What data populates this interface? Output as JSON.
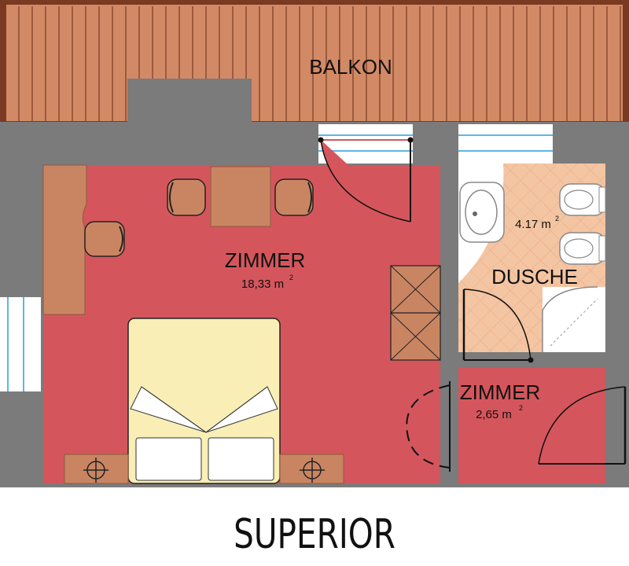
{
  "title": "SUPERIOR",
  "rooms": {
    "balcony": {
      "name": "BALKON"
    },
    "main_room": {
      "name": "ZIMMER",
      "area": "18,33 m",
      "area_sup": "2"
    },
    "bathroom": {
      "name": "DUSCHE",
      "area": "4.17 m",
      "area_sup": "2"
    },
    "small_room": {
      "name": "ZIMMER",
      "area": "2,65 m",
      "area_sup": "2"
    }
  },
  "colors": {
    "wall": "#7b7b7b",
    "room_floor": "#d4565c",
    "balcony_wood": "#d28a66",
    "balcony_line": "#7a3a22",
    "furniture": "#c98562",
    "bed": "#f8eeb6",
    "bath_tile": "#f4c5a2",
    "window": "#5bb7e6"
  }
}
